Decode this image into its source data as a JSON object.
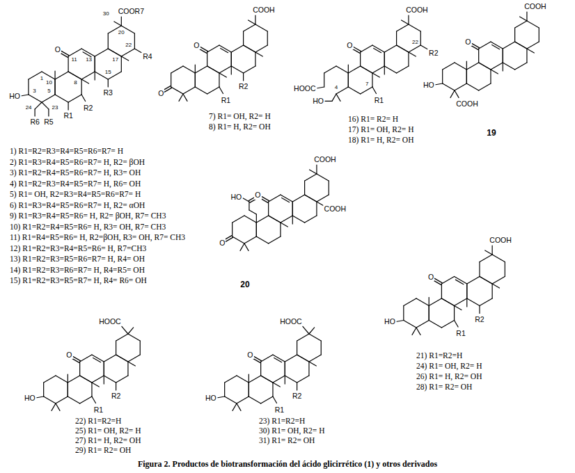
{
  "diagram": {
    "caption": "Figura 2. Productos de biotransformación del ácido glicirrético (1) y otros derivados",
    "labels": [
      "30",
      "COOR7",
      "20",
      "O",
      "11",
      "13",
      "22",
      "R4",
      "17",
      "1",
      "10",
      "8",
      "HO",
      "3",
      "5",
      "15",
      "R2",
      "R3",
      "R1",
      "24",
      "23",
      "R6",
      "R5",
      "1) R1=R2=R3=R4=R5=R6=R7= H",
      "2) R1=R3=R4=R5=R6=R7= H, R2= βOH",
      "3) R1=R2=R4=R5=R6=R7= H, R3= OH",
      "4) R1=R2=R3=R4=R5=R7= H, R6= OH",
      "5) R1= OH, R2=R3=R4=R5=R6=R7= H",
      "6) R1=R3=R4=R5=R6=R7= H, R2= αOH",
      "9) R1=R3=R4=R5=R6= H, R2= βOH, R7= CH3",
      "10) R1=R2=R4=R5=R6= H, R3= OH, R7= CH3",
      "11) R1=R4=R5=R6= H, R2=βOH, R3= OH, R7= CH3",
      "12) R1=R2=R3=R4=R5=R6= H, R7=CH3",
      "13) R1=R2=R3=R5=R6=R7= H, R4= OH",
      "14) R1=R2=R3=R6=R7= H, R4=R5= OH",
      "15) R1=R2=R3=R5=R7= H, R4= R6= OH",
      "COOH",
      "O",
      "O",
      "R1",
      "R2",
      "7) R1= OH, R2= H",
      "8) R1= H, R2= OH",
      "COOH",
      "O",
      "HOOC",
      "22",
      "R2",
      "4",
      "HO",
      "7",
      "R1",
      "16) R1= R2= H",
      "17) R1= OH, R2= H",
      "18) R1= H, R2= OH",
      "COOH",
      "O",
      "HO",
      "COOH",
      "19",
      "COOH",
      "O",
      "HO",
      "O",
      "O",
      "COOH",
      "20",
      "COOH",
      "O",
      "HO",
      "R1",
      "R2",
      "21) R1=R2=H",
      "24) R1= OH, R2= H",
      "26) R1= H, R2= OH",
      "28) R1= R2= OH",
      "HOOC",
      "O",
      "HO",
      "R1",
      "R2",
      "22) R1=R2=H",
      "25) R1= OH, R2= H",
      "27) R1= H, R2= OH",
      "29) R1= R2= OH",
      "HOOC",
      "O",
      "HO",
      "R1",
      "R2",
      "23) R1=R2=H",
      "30) R1= OH, R2= H",
      "31) R1= R2= OH"
    ]
  }
}
